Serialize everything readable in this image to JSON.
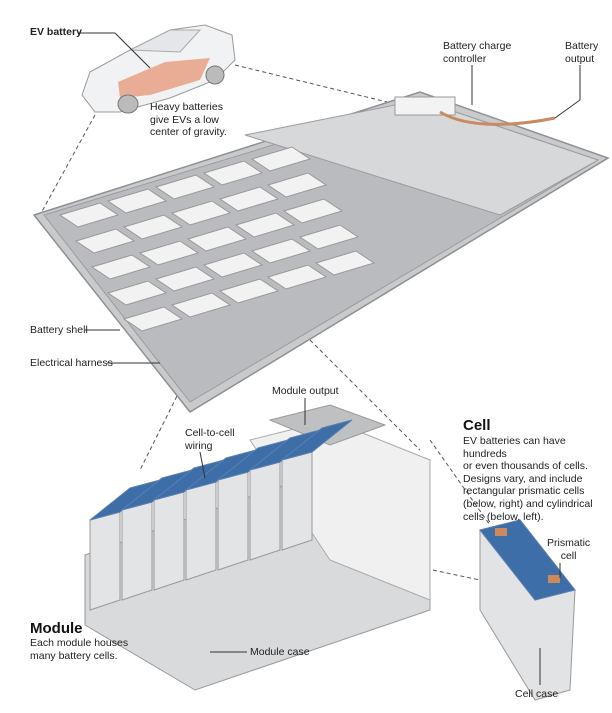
{
  "labels": {
    "ev_battery": "EV battery",
    "car_note": [
      "Heavy batteries",
      "give EVs a low",
      "center of gravity."
    ],
    "charge_controller": [
      "Battery charge",
      "controller"
    ],
    "battery_output": [
      "Battery",
      "output"
    ],
    "battery_shell": "Battery shell",
    "electrical_harness": "Electrical harness",
    "module_output": "Module output",
    "cell_to_cell_wiring": [
      "Cell-to-cell",
      "wiring"
    ],
    "prismatic_cell": [
      "Prismatic",
      "cell"
    ],
    "module_case": "Module case",
    "cell_case": "Cell case"
  },
  "cell": {
    "heading": "Cell",
    "text": [
      "EV batteries can have hundreds",
      "or even thousands of cells.",
      "Designs vary, and include",
      "rectangular prismatic cells",
      "(below, right) and cylindrical",
      "cells (below, left)."
    ]
  },
  "module": {
    "heading": "Module",
    "text": [
      "Each module houses",
      "many battery cells."
    ]
  },
  "colors": {
    "copper": "#c98a5e",
    "shell": "#c9cacc",
    "cell_blue": "#3d6ea8",
    "accent_battery": "#e8a184"
  }
}
